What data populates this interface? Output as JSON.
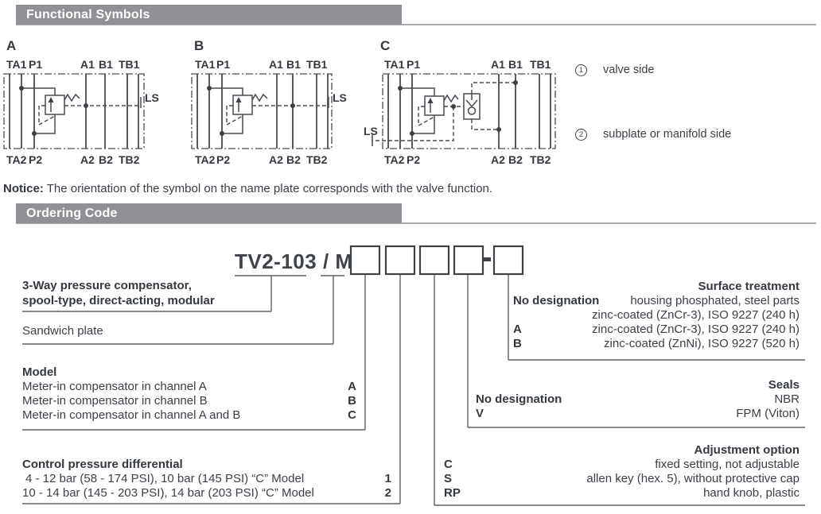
{
  "functional_symbols": {
    "header": "Functional Symbols",
    "diagrams": [
      {
        "label": "A",
        "top_ports": [
          "TA1",
          "P1",
          "A1",
          "B1",
          "TB1"
        ],
        "bottom_ports": [
          "TA2",
          "P2",
          "A2",
          "B2",
          "TB2"
        ],
        "ls": "LS"
      },
      {
        "label": "B",
        "top_ports": [
          "TA1",
          "P1",
          "A1",
          "B1",
          "TB1"
        ],
        "bottom_ports": [
          "TA2",
          "P2",
          "A2",
          "B2",
          "TB2"
        ],
        "ls": "LS"
      },
      {
        "label": "C",
        "top_ports": [
          "TA1",
          "P1",
          "A1",
          "B1",
          "TB1"
        ],
        "bottom_ports": [
          "TA2",
          "P2",
          "A2",
          "B2",
          "TB2"
        ],
        "ls": "LS"
      }
    ],
    "legend": [
      {
        "num": "1",
        "text": "valve side"
      },
      {
        "num": "2",
        "text": "subplate or manifold side"
      }
    ],
    "notice_label": "Notice:",
    "notice_text": " The orientation of the symbol on the name plate corresponds with the valve function."
  },
  "ordering_code": {
    "header": "Ordering Code",
    "base_code": "TV2-103 / M",
    "product": {
      "line1": "3-Way pressure compensator,",
      "line2": "spool-type, direct-acting, modular"
    },
    "sandwich_plate": "Sandwich plate",
    "model": {
      "title": "Model",
      "options": [
        {
          "desc": "Meter-in compensator in channel A",
          "code": "A"
        },
        {
          "desc": "Meter-in compensator in channel B",
          "code": "B"
        },
        {
          "desc": "Meter-in compensator in channel A and B",
          "code": "C"
        }
      ]
    },
    "control": {
      "title": "Control pressure differential",
      "options": [
        {
          "desc": "4 - 12 bar  (58 - 174 PSI), 10 bar (145 PSI) “C” Model",
          "code": "1"
        },
        {
          "desc": "10 - 14 bar (145 - 203 PSI), 14 bar (203 PSI) “C” Model",
          "code": "2"
        }
      ]
    },
    "surface": {
      "title": "Surface treatment",
      "options": [
        {
          "code": "No designation",
          "desc": "housing phosphated, steel parts"
        },
        {
          "code": "",
          "desc": "zinc-coated (ZnCr-3), ISO 9227 (240 h)"
        },
        {
          "code": "A",
          "desc": "zinc-coated (ZnCr-3), ISO 9227 (240 h)"
        },
        {
          "code": "B",
          "desc": "zinc-coated (ZnNi), ISO 9227 (520 h)"
        }
      ]
    },
    "seals": {
      "title": "Seals",
      "options": [
        {
          "code": "No designation",
          "desc": "NBR"
        },
        {
          "code": "V",
          "desc": "FPM (Viton)"
        }
      ]
    },
    "adjustment": {
      "title": "Adjustment option",
      "options": [
        {
          "code": "C",
          "desc": "fixed setting, not adjustable"
        },
        {
          "code": "S",
          "desc": "allen key (hex. 5), without protective cap"
        },
        {
          "code": "RP",
          "desc": "hand knob, plastic"
        }
      ]
    }
  }
}
